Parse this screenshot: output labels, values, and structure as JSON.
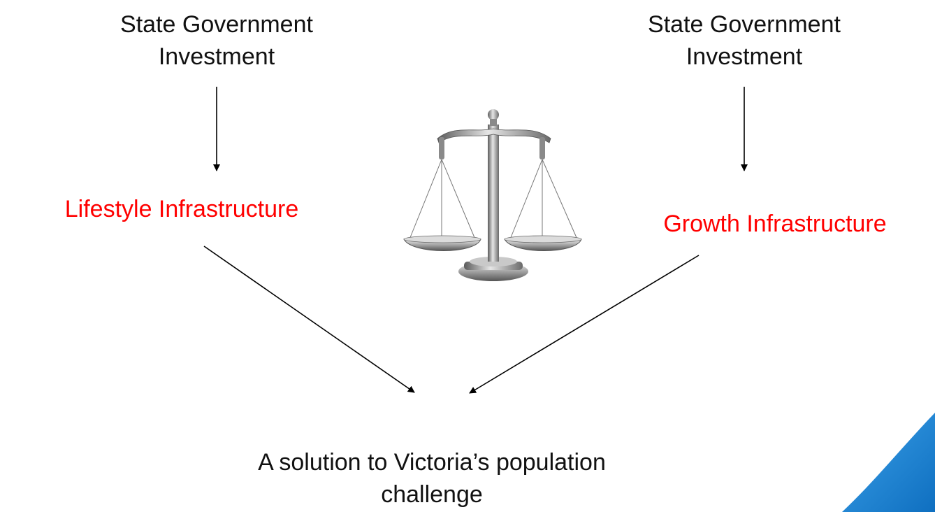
{
  "left_source": {
    "line1": "State Government",
    "line2": "Investment"
  },
  "right_source": {
    "line1": "State Government",
    "line2": "Investment"
  },
  "left_target": "Lifestyle Infrastructure",
  "right_target": "Growth Infrastructure",
  "outcome": {
    "line1": "A solution to Victoria’s population",
    "line2": "challenge"
  },
  "scale_icon": "balance-scale-icon",
  "colors": {
    "text": "#111111",
    "accent": "#ff0000",
    "swoosh": "#1e88d6"
  }
}
